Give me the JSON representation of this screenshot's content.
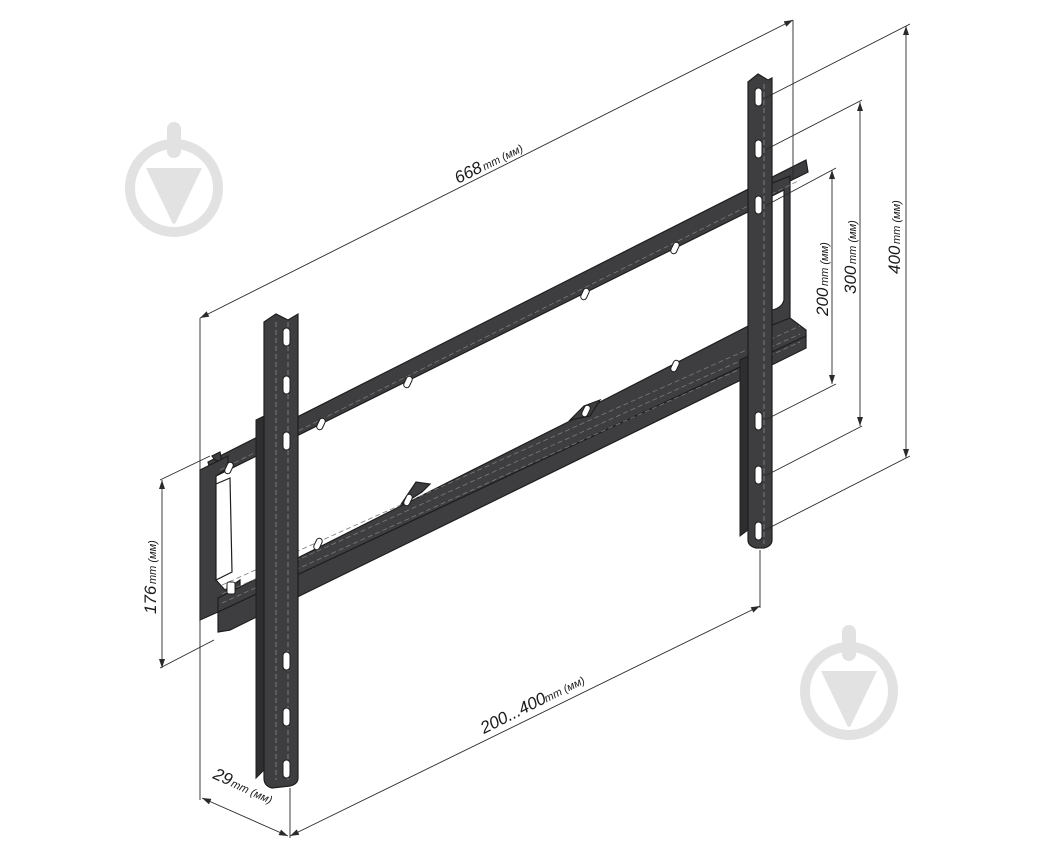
{
  "diagram": {
    "subject": "TV wall mount bracket (flat) with dimensions",
    "colors": {
      "bracket_fill": "#3e3e40",
      "bracket_edge": "#1e1e1e",
      "dim_line": "#2a2a2a",
      "watermark": "#e2e2e2",
      "background": "#ffffff"
    },
    "dimensions": {
      "width_total": {
        "value": "668",
        "unit": " mm (мм)"
      },
      "vesa_horizontal": {
        "value": "200...400",
        "unit": " mm (мм)"
      },
      "depth": {
        "value": "29",
        "unit": " mm (мм)"
      },
      "plate_height": {
        "value": "176",
        "unit": " mm (мм)"
      },
      "vesa_v1": {
        "value": "200",
        "unit": " mm (мм)"
      },
      "vesa_v2": {
        "value": "300",
        "unit": " mm (мм)"
      },
      "vesa_v3": {
        "value": "400",
        "unit": " mm (мм)"
      }
    },
    "watermarks": [
      {
        "name": "trowel-logo-icon",
        "position": "top-left"
      },
      {
        "name": "trowel-logo-icon",
        "position": "bottom-right"
      }
    ]
  }
}
